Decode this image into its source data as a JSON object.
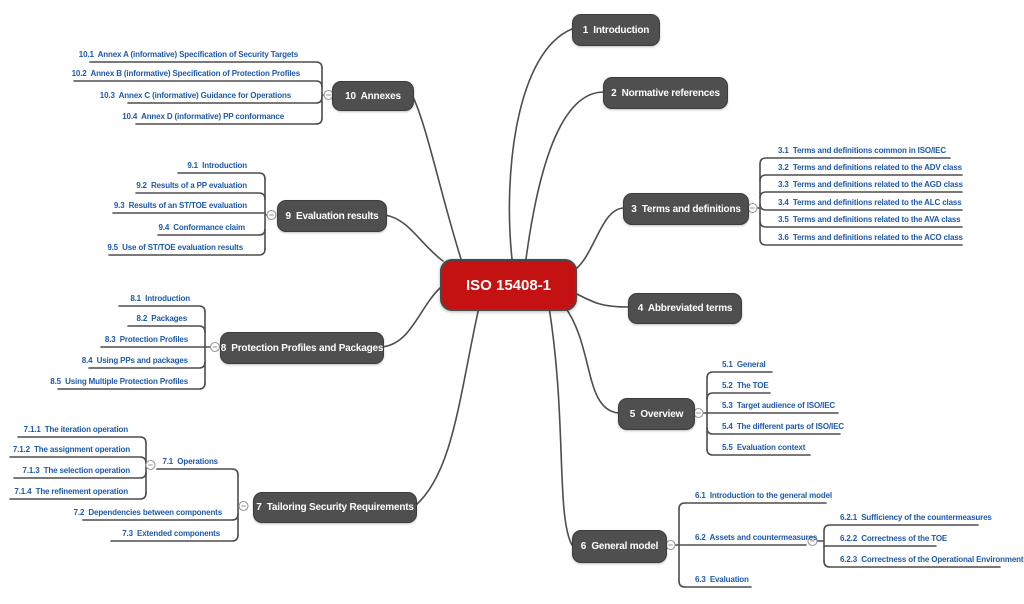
{
  "central": {
    "label": "ISO 15408-1"
  },
  "colors": {
    "central_fill": "#c41212",
    "topic_fill": "#4f4f4f",
    "topic_text": "#ffffff",
    "subtopic_text": "#1e5aa8",
    "connector_line": "#4d4d4d",
    "collapse_button": "#9a9a9a"
  },
  "collapse_button_glyph": "−",
  "topics": [
    {
      "label": "1  Introduction"
    },
    {
      "label": "2  Normative references"
    },
    {
      "label": "3  Terms and definitions",
      "children": [
        {
          "label": "3.1  Terms and definitions common in ISO/IEC"
        },
        {
          "label": "3.2  Terms and definitions related to the ADV class"
        },
        {
          "label": "3.3  Terms and definitions related to the AGD class"
        },
        {
          "label": "3.4  Terms and definitions related to the ALC class"
        },
        {
          "label": "3.5  Terms and definitions related to the AVA class"
        },
        {
          "label": "3.6  Terms and definitions related to the ACO class"
        }
      ]
    },
    {
      "label": "4  Abbreviated terms"
    },
    {
      "label": "5  Overview",
      "children": [
        {
          "label": "5.1  General"
        },
        {
          "label": "5.2  The TOE"
        },
        {
          "label": "5.3  Target audience of ISO/IEC"
        },
        {
          "label": "5.4  The different parts of ISO/IEC"
        },
        {
          "label": "5.5  Evaluation context"
        }
      ]
    },
    {
      "label": "6  General model",
      "children": [
        {
          "label": "6.1  Introduction to the general model"
        },
        {
          "label": "6.2  Assets and countermeasures",
          "children": [
            {
              "label": "6.2.1  Sufficiency of the countermeasures"
            },
            {
              "label": "6.2.2  Correctness of the TOE"
            },
            {
              "label": "6.2.3  Correctness of the Operational Environment"
            }
          ]
        },
        {
          "label": "6.3  Evaluation"
        }
      ]
    },
    {
      "label": "7  Tailoring Security Requirements",
      "children": [
        {
          "label": "7.1  Operations",
          "children": [
            {
              "label": "7.1.1  The iteration operation"
            },
            {
              "label": "7.1.2  The assignment operation"
            },
            {
              "label": "7.1.3  The selection operation"
            },
            {
              "label": "7.1.4  The refinement operation"
            }
          ]
        },
        {
          "label": "7.2  Dependencies between components"
        },
        {
          "label": "7.3  Extended components"
        }
      ]
    },
    {
      "label": "8  Protection Profiles and Packages",
      "children": [
        {
          "label": "8.1  Introduction"
        },
        {
          "label": "8.2  Packages"
        },
        {
          "label": "8.3  Protection Profiles"
        },
        {
          "label": "8.4  Using PPs and packages"
        },
        {
          "label": "8.5  Using Multiple Protection Profiles"
        }
      ]
    },
    {
      "label": "9  Evaluation results",
      "children": [
        {
          "label": "9.1  Introduction"
        },
        {
          "label": "9.2  Results of a PP evaluation"
        },
        {
          "label": "9.3  Results of an ST/TOE evaluation"
        },
        {
          "label": "9.4  Conformance claim"
        },
        {
          "label": "9.5  Use of ST/TOE evaluation results"
        }
      ]
    },
    {
      "label": "10  Annexes",
      "children": [
        {
          "label": "10.1  Annex A (informative) Specification of Security Targets"
        },
        {
          "label": "10.2  Annex B (informative) Specification of Protection Profiles"
        },
        {
          "label": "10.3  Annex C (informative) Guidance for Operations"
        },
        {
          "label": "10.4  Annex D (informative) PP conformance"
        }
      ]
    }
  ]
}
